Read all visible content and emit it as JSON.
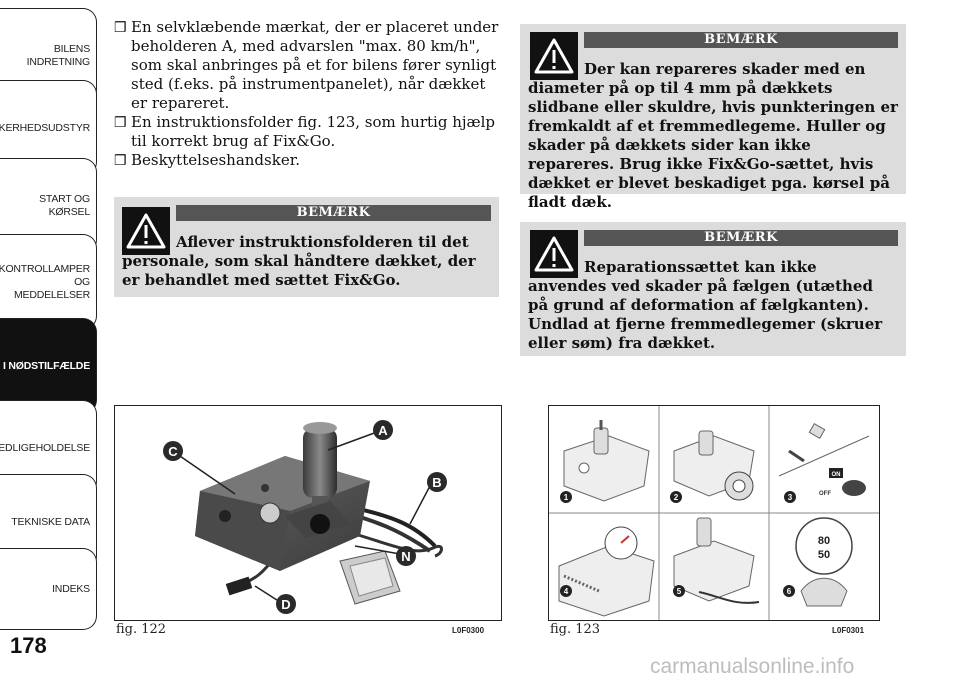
{
  "sidebar": {
    "tabs": [
      {
        "label": "BILENS\nINDRETNING"
      },
      {
        "label": "SIKKERHEDSUDSTYR"
      },
      {
        "label": "START OG KØRSEL"
      },
      {
        "label": "KONTROLLAMPER\nOG MEDDELELSER"
      },
      {
        "label": "I NØDSTILFÆLDE"
      },
      {
        "label": "VEDLIGEHOLDELSE"
      },
      {
        "label": "TEKNISKE DATA"
      },
      {
        "label": "INDEKS"
      }
    ],
    "active_index": 4
  },
  "page_number": "178",
  "left_column": {
    "bullets": [
      "En selvklæbende mærkat, der er placeret under beholderen A, med advarslen \"max. 80 km/h\", som skal anbringes på et for bilens fører synligt sted (f.eks. på instrumentpanelet), når dækket er repareret.",
      "En instruktionsfolder fig. 123, som hurtig hjælp til korrekt brug af Fix&Go.",
      "Beskyttelseshandsker."
    ],
    "bullet_glyph": "❒",
    "warning": {
      "heading": "BEMÆRK",
      "text": "Aflever instruktionsfolderen til det personale, som skal håndtere dækket, der er behandlet med sættet Fix&Go."
    }
  },
  "right_column": {
    "warnings": [
      {
        "heading": "BEMÆRK",
        "text": "Der kan repareres skader med en diameter på op til 4 mm på dækkets slidbane eller skuldre, hvis punkteringen er fremkaldt af et fremmedlegeme. Huller og skader på dækkets sider kan ikke repareres. Brug ikke Fix&Go-sættet, hvis dækket er blevet beskadiget pga. kørsel på fladt dæk."
      },
      {
        "heading": "BEMÆRK",
        "text": "Reparationssættet kan ikke anvendes ved skader på fælgen (utæthed på grund af deformation af fælgkanten). Undlad at fjerne fremmedlegemer (skruer eller søm) fra dækket."
      }
    ]
  },
  "figures": [
    {
      "caption": "fig. 122",
      "code": "L0F0300",
      "labels": [
        "A",
        "B",
        "C",
        "N",
        "D"
      ]
    },
    {
      "caption": "fig. 123",
      "code": "L0F0301",
      "steps": [
        "1",
        "2",
        "3",
        "4",
        "5",
        "6"
      ],
      "texts": {
        "on": "ON",
        "off": "OFF",
        "speed_top": "80",
        "speed_bottom": "50"
      }
    }
  ],
  "watermark": "carmanualsonline.info",
  "colors": {
    "warning_bg": "#dcdcdc",
    "warning_bar": "#555555",
    "active_tab": "#111111",
    "label_circle": "#2a2a2a"
  }
}
